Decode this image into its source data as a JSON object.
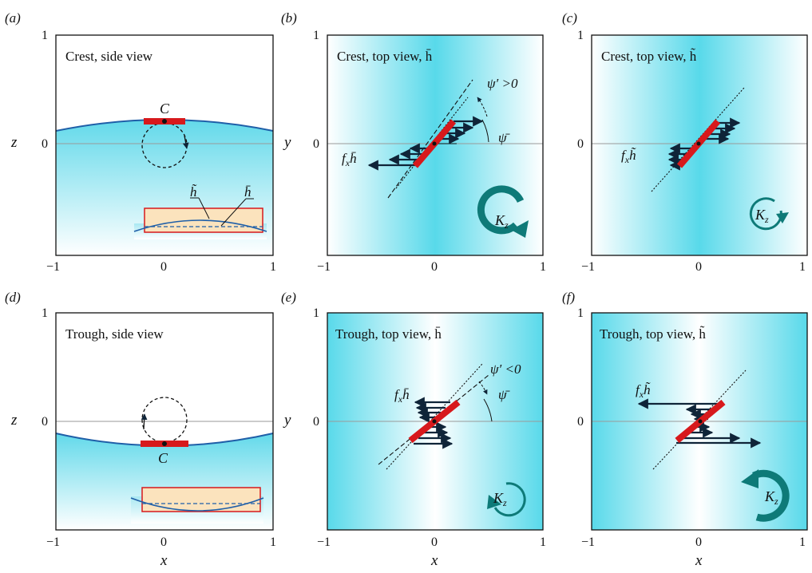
{
  "panels": {
    "a": {
      "tag": "(a)",
      "title": "Crest, side view",
      "point": "C",
      "inset_tilde": "h̃",
      "inset_bar": "h̄"
    },
    "b": {
      "tag": "(b)",
      "title": "Crest, top view, h̄",
      "psi_prime": "ψ′ >0",
      "psi_bar": "ψ̄",
      "force": "f",
      "force_sub": "x",
      "force_h": "h̄",
      "K": "K",
      "K_sub": "z"
    },
    "c": {
      "tag": "(c)",
      "title": "Crest, top view, h̃",
      "force": "f",
      "force_sub": "x",
      "force_h": "h̃",
      "K": "K",
      "K_sub": "z"
    },
    "d": {
      "tag": "(d)",
      "title": "Trough, side view",
      "point": "C"
    },
    "e": {
      "tag": "(e)",
      "title": "Trough, top view, h̄",
      "psi_prime": "ψ′ <0",
      "psi_bar": "ψ̄",
      "force": "f",
      "force_sub": "x",
      "force_h": "h̄",
      "K": "K",
      "K_sub": "z"
    },
    "f": {
      "tag": "(f)",
      "title": "Trough, top view, h̃",
      "force": "f",
      "force_sub": "x",
      "force_h": "h̃",
      "K": "K",
      "K_sub": "z"
    }
  },
  "axes": {
    "x_label": "x",
    "z_label": "z",
    "y_label": "y",
    "x_ticks": [
      "−1",
      "0",
      "1"
    ],
    "v_ticks": [
      "0",
      "1"
    ]
  },
  "colors": {
    "plate": "#d7191c",
    "wave": "#1f5fa8",
    "water": "#5ad8ea",
    "arrow": "#0f2438",
    "kz": "#0e7a78"
  }
}
